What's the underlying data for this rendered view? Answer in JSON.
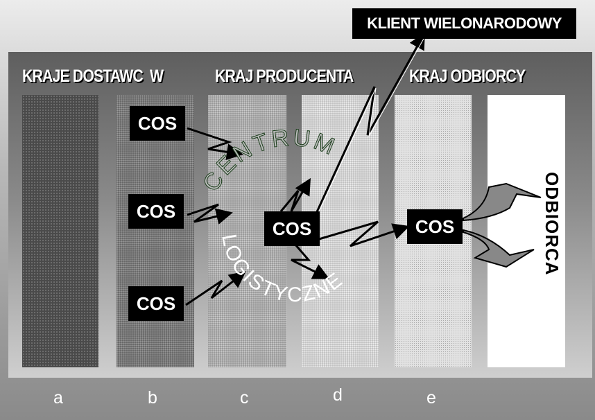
{
  "title_box": "KLIENT WIELONARODOWY",
  "headers": {
    "suppliers": "KRAJE DOSTAWC  W",
    "producer": "KRAJ PRODUCENTA",
    "recipient_country": "KRAJ ODBIORCY"
  },
  "center_label": {
    "top": "CENTRUM",
    "bottom": "LOGISTYCZNE"
  },
  "recipient": "ODBIORCA",
  "nodes": {
    "supplier1": "COS",
    "supplier2": "COS",
    "supplier3": "COS",
    "center": "COS",
    "distributor": "COS"
  },
  "column_labels": [
    "a",
    "b",
    "c",
    "d",
    "e"
  ]
}
